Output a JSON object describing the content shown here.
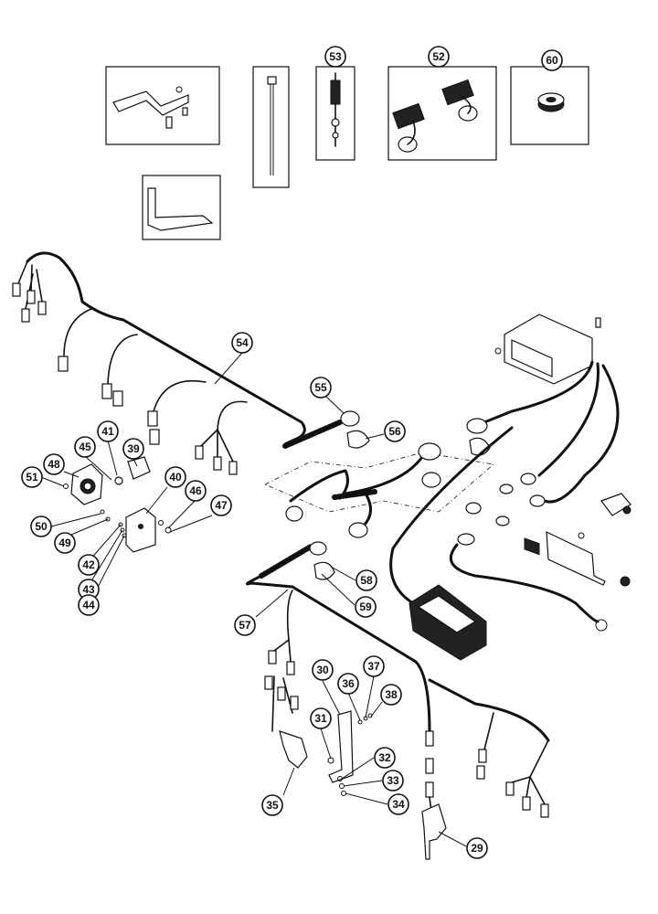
{
  "colors": {
    "ink": "#111111",
    "paper": "#ffffff"
  },
  "callouts": [
    {
      "id": "53",
      "label": "53"
    },
    {
      "id": "52",
      "label": "52"
    },
    {
      "id": "60",
      "label": "60"
    },
    {
      "id": "54",
      "label": "54"
    },
    {
      "id": "55",
      "label": "55"
    },
    {
      "id": "56",
      "label": "56"
    },
    {
      "id": "41",
      "label": "41"
    },
    {
      "id": "45",
      "label": "45"
    },
    {
      "id": "39",
      "label": "39"
    },
    {
      "id": "48",
      "label": "48"
    },
    {
      "id": "40",
      "label": "40"
    },
    {
      "id": "46",
      "label": "46"
    },
    {
      "id": "47",
      "label": "47"
    },
    {
      "id": "51",
      "label": "51"
    },
    {
      "id": "50",
      "label": "50"
    },
    {
      "id": "49",
      "label": "49"
    },
    {
      "id": "42",
      "label": "42"
    },
    {
      "id": "43",
      "label": "43"
    },
    {
      "id": "44",
      "label": "44"
    },
    {
      "id": "58",
      "label": "58"
    },
    {
      "id": "59",
      "label": "59"
    },
    {
      "id": "57",
      "label": "57"
    },
    {
      "id": "30",
      "label": "30"
    },
    {
      "id": "36",
      "label": "36"
    },
    {
      "id": "37",
      "label": "37"
    },
    {
      "id": "38",
      "label": "38"
    },
    {
      "id": "31",
      "label": "31"
    },
    {
      "id": "32",
      "label": "32"
    },
    {
      "id": "33",
      "label": "33"
    },
    {
      "id": "34",
      "label": "34"
    },
    {
      "id": "35",
      "label": "35"
    },
    {
      "id": "29",
      "label": "29"
    }
  ]
}
